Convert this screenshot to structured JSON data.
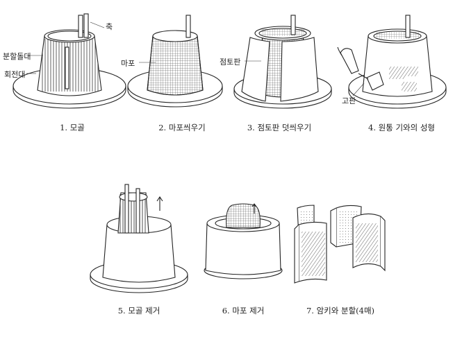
{
  "steps": [
    {
      "caption": "1. 모골"
    },
    {
      "caption": "2. 마포씌우기"
    },
    {
      "caption": "3. 점토판 덧씌우기"
    },
    {
      "caption": "4. 원통 기와의 성형"
    },
    {
      "caption": "5. 모골 제거"
    },
    {
      "caption": "6. 마포 제거"
    },
    {
      "caption": "7. 암키와 분할(4매)"
    }
  ],
  "labels": {
    "axis": "축",
    "split_board": "분할돌대",
    "turntable": "회전대",
    "hemp_cloth": "마포",
    "clay_slab": "점토판",
    "paddle": "고판"
  }
}
